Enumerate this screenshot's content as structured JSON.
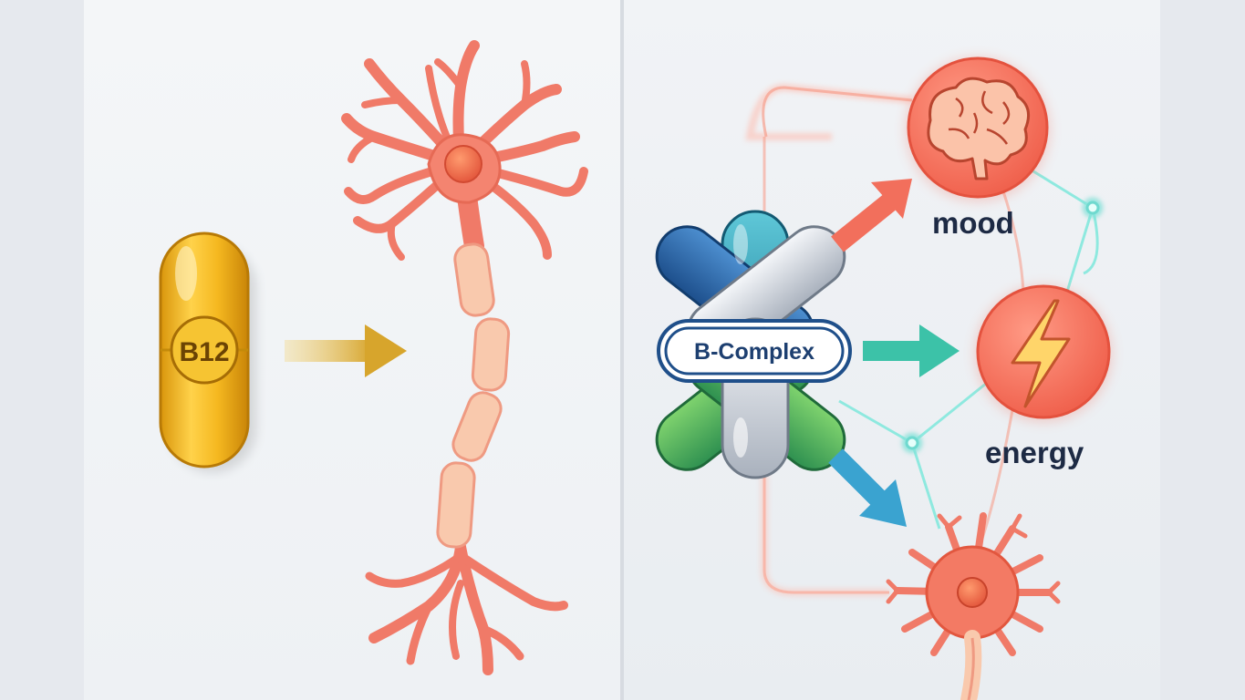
{
  "left_panel": {
    "capsule_label": "B12"
  },
  "right_panel": {
    "center_label": "B-Complex",
    "effects": [
      {
        "label": "mood",
        "icon": "brain-icon",
        "color": "#f26f5c"
      },
      {
        "label": "energy",
        "icon": "lightning-icon",
        "color": "#f26f5c"
      },
      {
        "label": "",
        "icon": "neuron-icon",
        "color": "#f26f5c"
      }
    ]
  },
  "colors": {
    "b12_capsule": "#f2b81c",
    "b12_arrow": "#e0b03a",
    "neuron": "#f07a68",
    "myelin": "#f7c4a8",
    "b_complex_label_border": "#1f4f8a",
    "arrow_mood": "#f26f5c",
    "arrow_energy": "#3cc2a8",
    "arrow_neuron": "#3aa3d0",
    "network_lines": "#7fe6dc"
  }
}
